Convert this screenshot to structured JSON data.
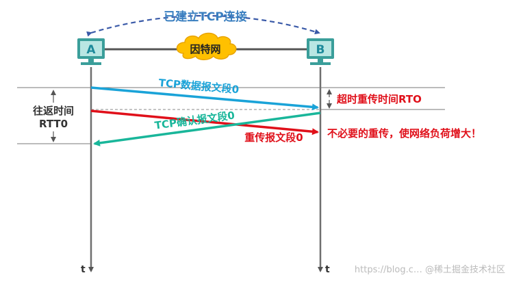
{
  "title": "已建立TCP连接",
  "network_label": "因特网",
  "host_a": "A",
  "host_b": "B",
  "rtt_label": "往返时间",
  "rtt_value": "RTT0",
  "rto_label": "超时重传时间RTO",
  "msg_data": "TCP数据报文段0",
  "msg_ack": "TCP确认报文段0",
  "msg_retrans": "重传报文段0",
  "note_unneeded": "不必要的重传，使网络负荷增大！",
  "time_axis_a": "t",
  "time_axis_b": "t",
  "watermark": "https://blog.c… @稀土掘金技术社区",
  "colors": {
    "computer": "#3a9e9a",
    "screen": "#b9e6e3",
    "letter": "#1d8a9b",
    "cloud": "#ffc000",
    "cloud_edge": "#e8a300",
    "data_arrow": "#1aa3d8",
    "ack_arrow": "#19b69a",
    "retrans_arrow": "#e0101a",
    "title": "#3a7fc0",
    "dashed_top": "#3a5aa8",
    "red_text": "#e0101a",
    "timeline": "#6e6e6e"
  }
}
